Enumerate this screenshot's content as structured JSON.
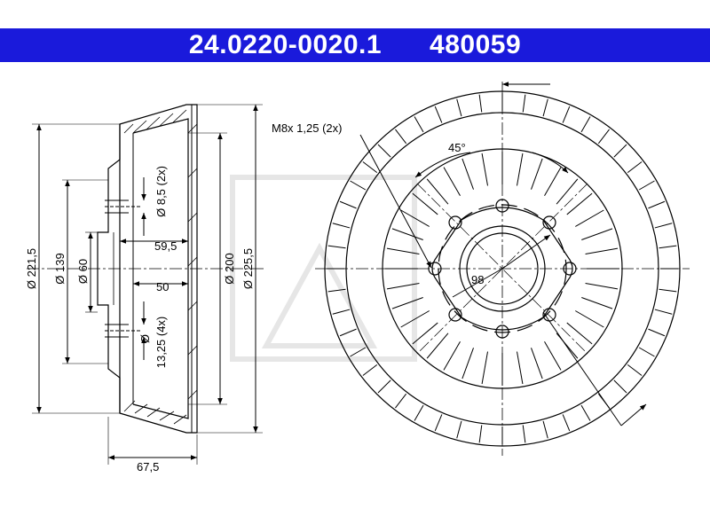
{
  "header": {
    "part_number": "24.0220-0020.1",
    "ref_number": "480059",
    "background": "#1a1adb",
    "text_color": "#ffffff"
  },
  "side_view": {
    "dims": {
      "d221_5": "Ø 221,5",
      "d139": "Ø 139",
      "d60": "Ø 60",
      "d8_5": "Ø 8,5 (2x)",
      "d59_5": "59,5",
      "d50": "50",
      "d13_25_a": "Ø",
      "d13_25_b": "13,25 (4x)",
      "d200": "Ø 200",
      "d225_5": "Ø 225,5",
      "d67_5": "67,5"
    }
  },
  "front_view": {
    "thread_label": "M8x 1,25 (2x)",
    "angle_label": "45°",
    "pcd_label": "98"
  }
}
